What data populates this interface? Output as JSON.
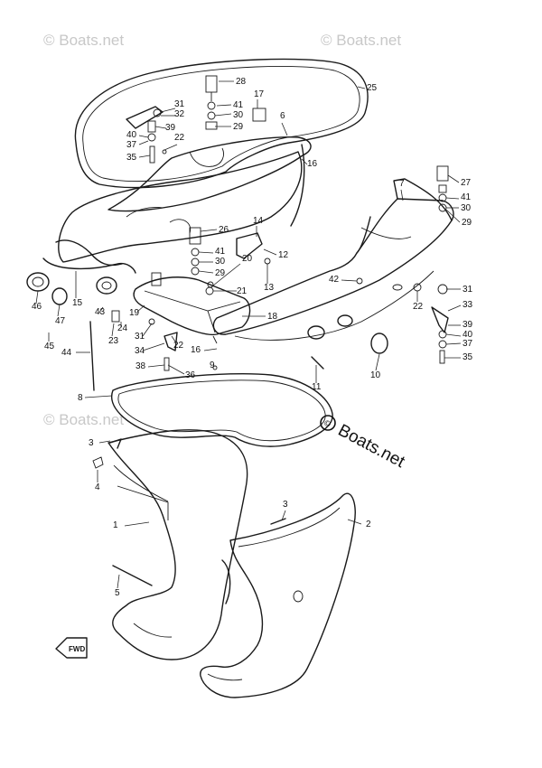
{
  "watermark": {
    "text": "© Boats.net"
  },
  "brand": {
    "text": "Boats.net"
  },
  "fwd_label": "FWD",
  "callouts": [
    "1",
    "2",
    "3",
    "3",
    "4",
    "5",
    "6",
    "7",
    "8",
    "9",
    "10",
    "11",
    "12",
    "13",
    "14",
    "15",
    "16",
    "16",
    "17",
    "18",
    "19",
    "20",
    "21",
    "22",
    "22",
    "22",
    "23",
    "24",
    "25",
    "26",
    "27",
    "28",
    "29",
    "29",
    "29",
    "30",
    "30",
    "30",
    "31",
    "31",
    "31",
    "32",
    "33",
    "34",
    "35",
    "35",
    "36",
    "37",
    "37",
    "38",
    "39",
    "39",
    "40",
    "40",
    "41",
    "41",
    "41",
    "42",
    "43",
    "44",
    "45",
    "46",
    "47"
  ]
}
